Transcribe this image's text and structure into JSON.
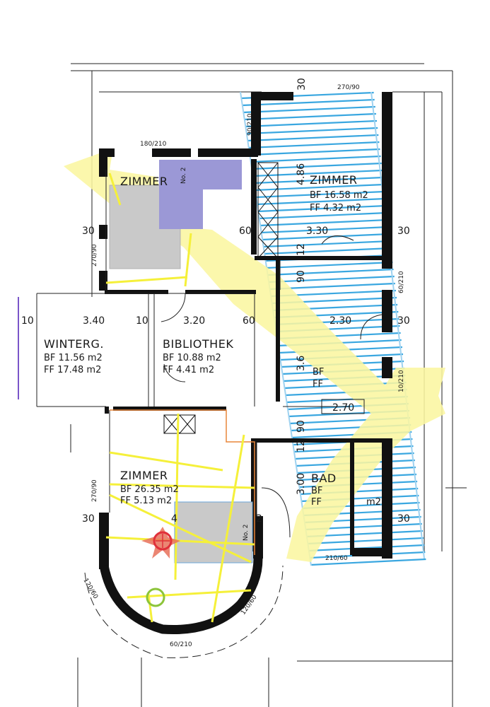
{
  "rooms": {
    "zimmer_ne": {
      "name": "ZIMMER",
      "bf": "BF  16.58 m2",
      "ff": "FF   4.32 m2"
    },
    "winterg": {
      "name": "WINTERG.",
      "bf": "BF  11.56 m2",
      "ff": "FF  17.48 m2"
    },
    "bibliothek": {
      "name": "BIBLIOTHEK",
      "bf": "BF  10.88 m2",
      "ff": "FF   4.41 m2"
    },
    "zimmer_sw": {
      "name": "ZIMMER",
      "bf": "BF  26.35 m2",
      "ff": "FF   5.13 m2"
    },
    "zimmer_nw_partial": "ZIMMER",
    "bad": {
      "name": "BAD",
      "bf": "BF",
      "ff": "FF",
      "ff_value": "m2"
    },
    "small_room": {
      "bf": "BF",
      "ff": "FF"
    }
  },
  "dimensions": {
    "top_right_opening": "270/90",
    "top_30": "30",
    "door_180_210": "180/210",
    "vert_90_210": "90/210",
    "zimmer_ne_486": "4.86",
    "left_30": "30",
    "left_270_90": "270/90",
    "mid_60": "60",
    "width_330": "3.30",
    "right_30_a": "30",
    "v_12_a": "12",
    "v_90_a": "90",
    "right_60_210": "60/210",
    "d10_left": "10",
    "d340": "3.40",
    "d10_mid": "10",
    "d320": "3.20",
    "d60_b": "60",
    "d230": "2.30",
    "right_30_b": "30",
    "v36": "3.6",
    "right_10_210": "10/210",
    "d270": "2.70",
    "v_90_b": "90",
    "v_12_b": "12",
    "left_270_90_b": "270/90",
    "v300": "3.00",
    "left_30_b": "30",
    "right_30_c": "30",
    "d210_60": "210/60",
    "d4": "4",
    "d2": "2",
    "d120_60_left": "120/60",
    "d120_60_right": "120/60",
    "d60_210_bottom": "60/210"
  },
  "overlay_labels": {
    "upper_block": "No. 2",
    "lower_block": "No. 2"
  },
  "colors": {
    "wall": "#111111",
    "yellow_arrow": "#fbf6a0",
    "yellow_line": "#f5f03a",
    "hatch_blue": "#3aa7e0",
    "purple_block": "#9b98d6",
    "grey_block": "#c9c9c9",
    "red_marker": "#e0303a",
    "green_marker": "#8cc43a",
    "purple_line": "#7a55c9"
  }
}
